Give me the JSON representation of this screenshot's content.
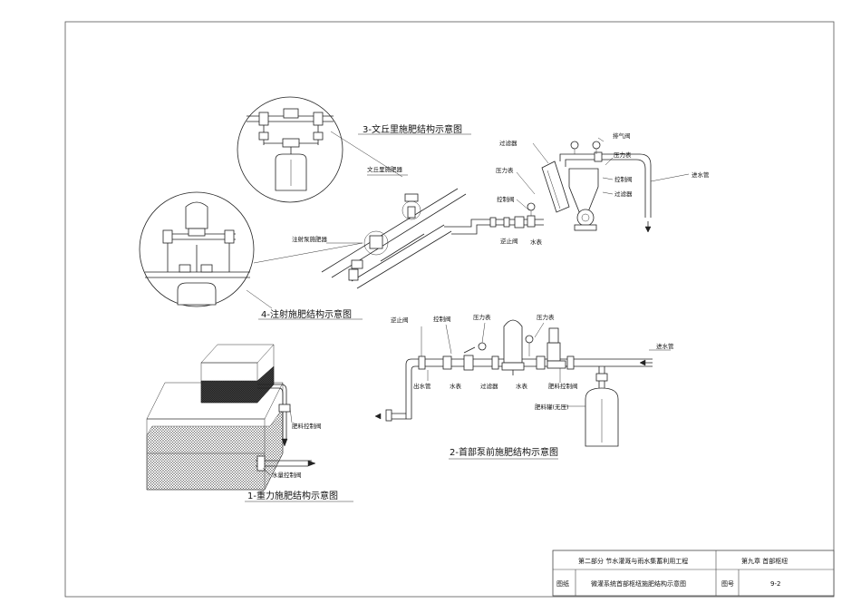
{
  "diagrams": {
    "gravity": {
      "title": "1-重力施肥结构示意图",
      "labels": {
        "fertilizer_valve": "肥料控制阀",
        "water_valve": "水量控制阀"
      }
    },
    "pump_front": {
      "title": "2-首部泵前施肥结构示意图",
      "labels": {
        "check_valve": "逆止阀",
        "control_valve": "控制阀",
        "pressure_gauge_1": "压力表",
        "pressure_gauge_2": "压力表",
        "inlet_pipe": "进水管",
        "outlet_pipe": "出水管",
        "water_meter_1": "水表",
        "filter": "过滤器",
        "water_meter_2": "水表",
        "fertilizer_valve": "肥料控制阀",
        "tank": "肥料罐(无压)"
      }
    },
    "venturi": {
      "title": "3-文丘里施肥结构示意图",
      "labels": {
        "venturi_device": "文丘里施肥器",
        "filter_1": "过滤器",
        "pressure_gauge_1": "压力表",
        "control_valve_1": "控制阀",
        "check_valve": "逆止阀",
        "water_meter": "水表",
        "air_valve": "排气阀",
        "pressure_gauge_2": "压力表",
        "control_valve_2": "控制阀",
        "filter_2": "过滤器",
        "inlet_pipe": "进水管"
      }
    },
    "injection": {
      "title": "4-注射施肥结构示意图",
      "labels": {
        "injector": "注射泵施肥器"
      }
    }
  },
  "title_block": {
    "part": "第二部分 节水灌溉与雨水集蓄利用工程",
    "chapter": "第九章 首部枢纽",
    "drawing_title": "微灌系统首部枢纽施肥结构示意图",
    "drawing_label": "图纸",
    "number_label": "图号",
    "number": "9-2"
  }
}
